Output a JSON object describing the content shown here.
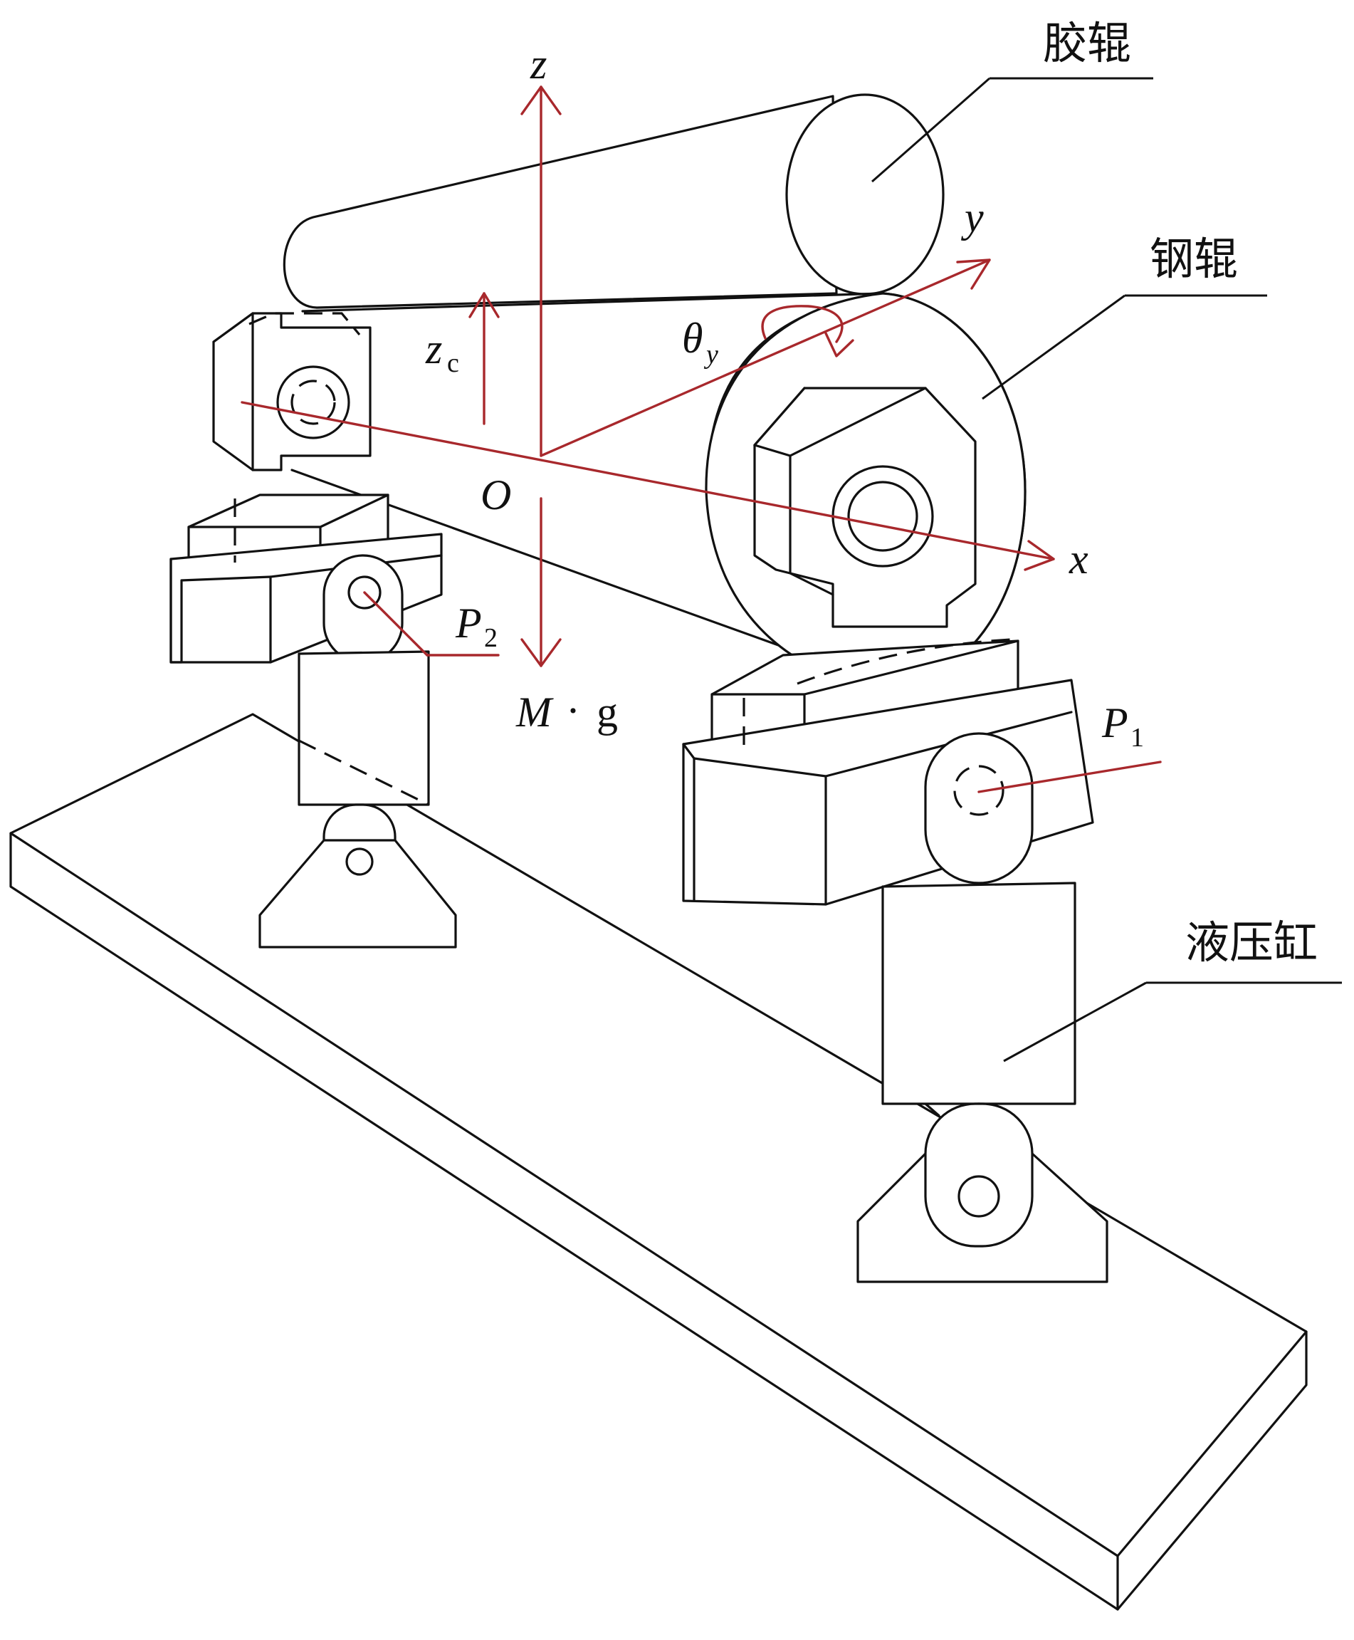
{
  "labels": {
    "rubber_roller": "胶辊",
    "steel_roller": "钢辊",
    "hydraulic_cylinder": "液压缸"
  },
  "axes": {
    "z": "z",
    "y": "y",
    "x": "x",
    "origin": "O"
  },
  "symbols": {
    "zc_main": "z",
    "zc_sub": "c",
    "theta_main": "θ",
    "theta_sub": "y",
    "p1_main": "P",
    "p1_sub": "1",
    "p2_main": "P",
    "p2_sub": "2",
    "weight_mass": "M",
    "weight_dot": "·",
    "weight_g": "g"
  },
  "colors": {
    "axis": "#a8282c",
    "line": "#111111",
    "background": "#ffffff"
  }
}
